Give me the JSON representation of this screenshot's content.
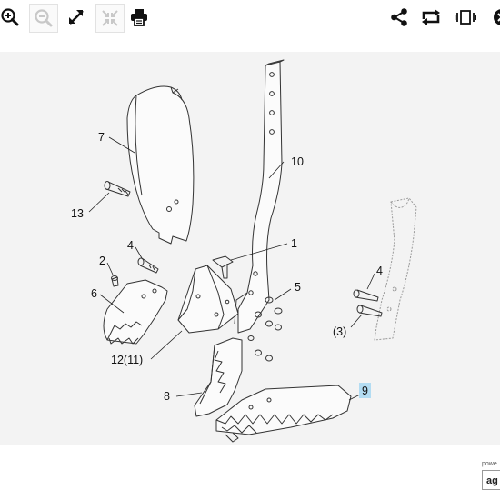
{
  "toolbar": {
    "zoom_in_icon": "zoom-in-icon",
    "zoom_out_icon": "zoom-out-icon",
    "expand_icon": "expand-icon",
    "fit_icon": "fit-icon",
    "print_icon": "print-icon",
    "share_icon": "share-icon",
    "rotate_icon": "rotate-icon",
    "compare_icon": "compare-icon"
  },
  "callouts": {
    "c7": "7",
    "c10": "10",
    "c13": "13",
    "c1": "1",
    "c4a": "4",
    "c2": "2",
    "c6": "6",
    "c5": "5",
    "c4b": "4",
    "c3": "(3)",
    "c12": "12(11)",
    "c8": "8",
    "c9": "9"
  },
  "branding": {
    "powered_prefix": "powe",
    "brand_fragment": "ag"
  },
  "colors": {
    "highlight": "#b3dcf2",
    "canvas": "#f3f3f3",
    "line": "#333333"
  }
}
